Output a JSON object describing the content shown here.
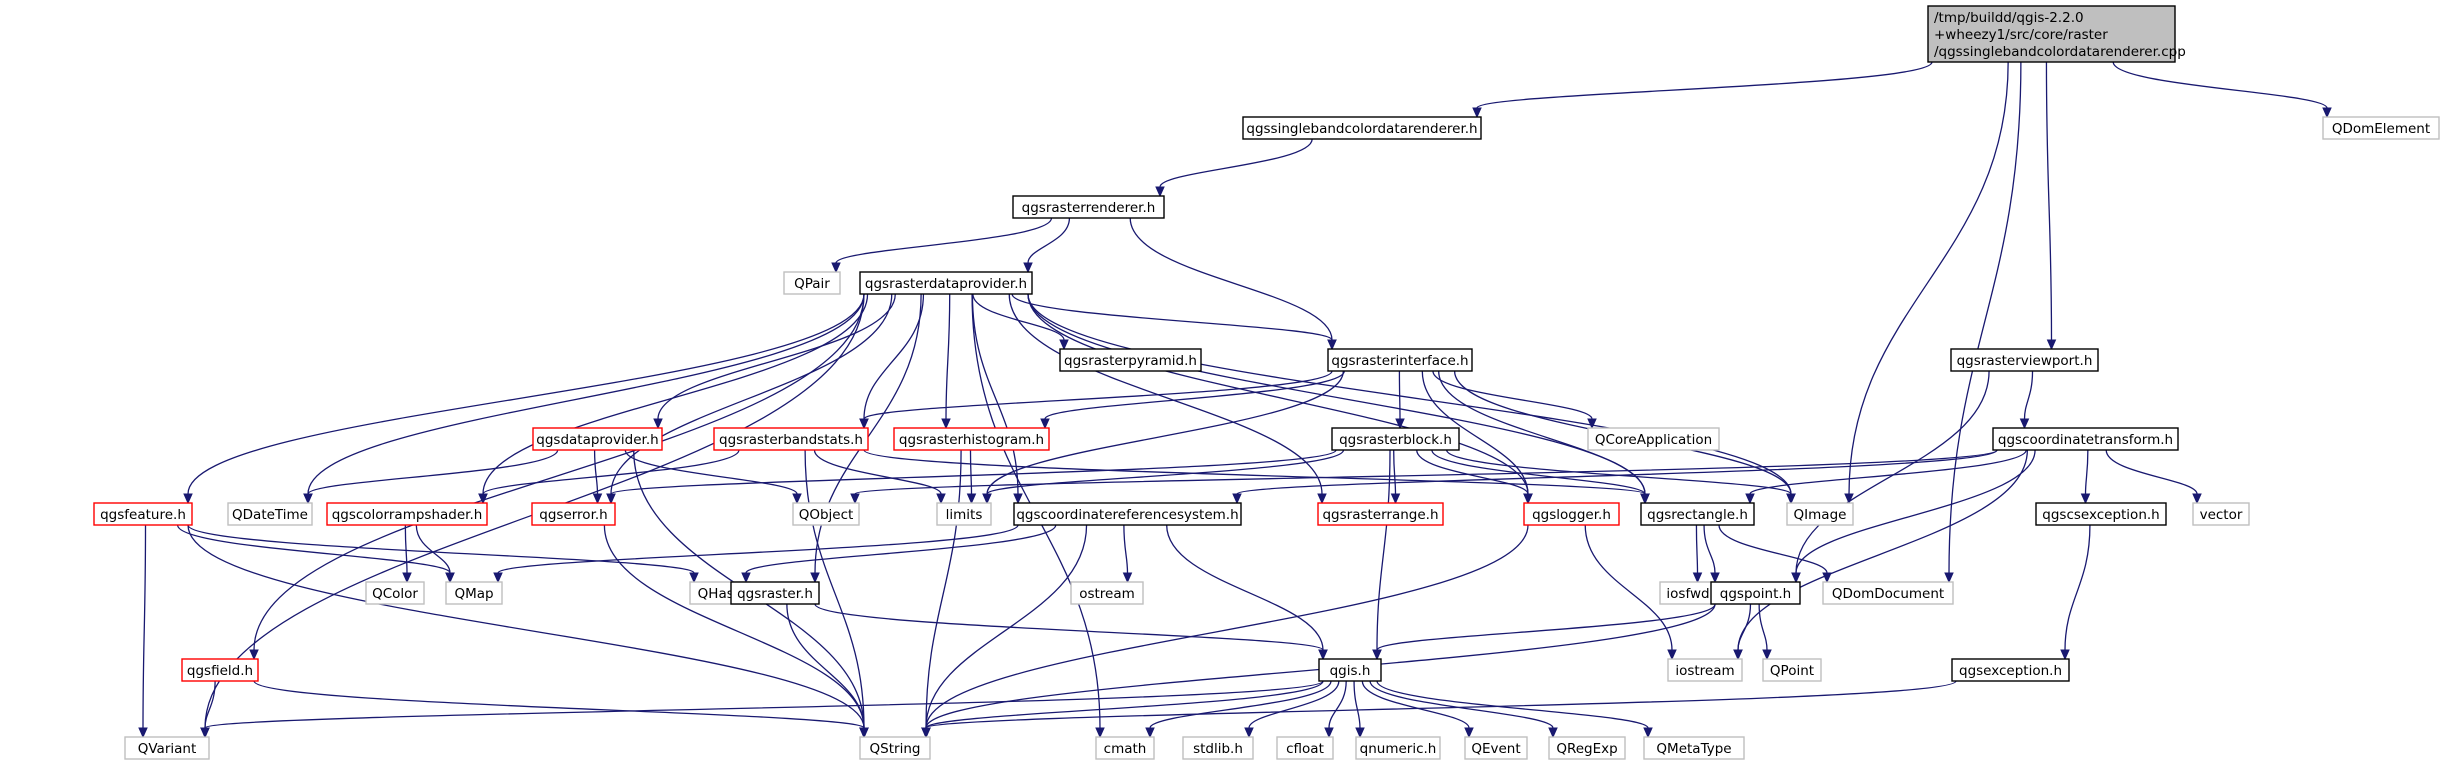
{
  "colors": {
    "edge": "#191970",
    "border_default": "#000000",
    "border_truncated": "#ff0000",
    "border_external": "#bfbfbf",
    "fill_default": "#ffffff",
    "fill_root": "#bfbfbf"
  },
  "nodes": [
    {
      "id": "root",
      "lines": [
        "/tmp/buildd/qgis-2.2.0",
        "+wheezy1/src/core/raster",
        "/qgssinglebandcolordatarenderer.cpp"
      ],
      "kind": "root"
    },
    {
      "id": "qgssinglebandcolordatarenderer_h",
      "lines": [
        "qgssinglebandcolordatarenderer.h"
      ],
      "kind": "default"
    },
    {
      "id": "QDomElement",
      "lines": [
        "QDomElement"
      ],
      "kind": "external"
    },
    {
      "id": "qgsrasterrenderer_h",
      "lines": [
        "qgsrasterrenderer.h"
      ],
      "kind": "default"
    },
    {
      "id": "QPair",
      "lines": [
        "QPair"
      ],
      "kind": "external"
    },
    {
      "id": "qgsrasterdataprovider_h",
      "lines": [
        "qgsrasterdataprovider.h"
      ],
      "kind": "default"
    },
    {
      "id": "qgsrasterpyramid_h",
      "lines": [
        "qgsrasterpyramid.h"
      ],
      "kind": "default"
    },
    {
      "id": "qgsrasterinterface_h",
      "lines": [
        "qgsrasterinterface.h"
      ],
      "kind": "default"
    },
    {
      "id": "qgsrasterviewport_h",
      "lines": [
        "qgsrasterviewport.h"
      ],
      "kind": "default"
    },
    {
      "id": "qgsdataprovider_h",
      "lines": [
        "qgsdataprovider.h"
      ],
      "kind": "truncated"
    },
    {
      "id": "qgsrasterbandstats_h",
      "lines": [
        "qgsrasterbandstats.h"
      ],
      "kind": "truncated"
    },
    {
      "id": "qgsrasterhistogram_h",
      "lines": [
        "qgsrasterhistogram.h"
      ],
      "kind": "truncated"
    },
    {
      "id": "qgsrasterblock_h",
      "lines": [
        "qgsrasterblock.h"
      ],
      "kind": "default"
    },
    {
      "id": "QCoreApplication",
      "lines": [
        "QCoreApplication"
      ],
      "kind": "external"
    },
    {
      "id": "qgscoordinatetransform_h",
      "lines": [
        "qgscoordinatetransform.h"
      ],
      "kind": "default"
    },
    {
      "id": "qgsfeature_h",
      "lines": [
        "qgsfeature.h"
      ],
      "kind": "truncated"
    },
    {
      "id": "QDateTime",
      "lines": [
        "QDateTime"
      ],
      "kind": "external"
    },
    {
      "id": "qgscolorrampshader_h",
      "lines": [
        "qgscolorrampshader.h"
      ],
      "kind": "truncated"
    },
    {
      "id": "qgserror_h",
      "lines": [
        "qgserror.h"
      ],
      "kind": "truncated"
    },
    {
      "id": "QObject",
      "lines": [
        "QObject"
      ],
      "kind": "external"
    },
    {
      "id": "limits",
      "lines": [
        "limits"
      ],
      "kind": "external"
    },
    {
      "id": "qgscoordinatereferencesystem_h",
      "lines": [
        "qgscoordinatereferencesystem.h"
      ],
      "kind": "default"
    },
    {
      "id": "qgsrasterrange_h",
      "lines": [
        "qgsrasterrange.h"
      ],
      "kind": "truncated"
    },
    {
      "id": "qgslogger_h",
      "lines": [
        "qgslogger.h"
      ],
      "kind": "truncated"
    },
    {
      "id": "qgsrectangle_h",
      "lines": [
        "qgsrectangle.h"
      ],
      "kind": "default"
    },
    {
      "id": "QImage",
      "lines": [
        "QImage"
      ],
      "kind": "external"
    },
    {
      "id": "qgscsexception_h",
      "lines": [
        "qgscsexception.h"
      ],
      "kind": "default"
    },
    {
      "id": "vector",
      "lines": [
        "vector"
      ],
      "kind": "external"
    },
    {
      "id": "QColor",
      "lines": [
        "QColor"
      ],
      "kind": "external"
    },
    {
      "id": "QMap",
      "lines": [
        "QMap"
      ],
      "kind": "external"
    },
    {
      "id": "QHash",
      "lines": [
        "QHash"
      ],
      "kind": "external"
    },
    {
      "id": "qgsraster_h",
      "lines": [
        "qgsraster.h"
      ],
      "kind": "default"
    },
    {
      "id": "ostream",
      "lines": [
        "ostream"
      ],
      "kind": "external"
    },
    {
      "id": "iosfwd",
      "lines": [
        "iosfwd"
      ],
      "kind": "external"
    },
    {
      "id": "qgspoint_h",
      "lines": [
        "qgspoint.h"
      ],
      "kind": "default"
    },
    {
      "id": "QDomDocument",
      "lines": [
        "QDomDocument"
      ],
      "kind": "external"
    },
    {
      "id": "qgsfield_h",
      "lines": [
        "qgsfield.h"
      ],
      "kind": "truncated"
    },
    {
      "id": "qgis_h",
      "lines": [
        "qgis.h"
      ],
      "kind": "default"
    },
    {
      "id": "iostream",
      "lines": [
        "iostream"
      ],
      "kind": "external"
    },
    {
      "id": "QPoint",
      "lines": [
        "QPoint"
      ],
      "kind": "external"
    },
    {
      "id": "qgsexception_h",
      "lines": [
        "qgsexception.h"
      ],
      "kind": "default"
    },
    {
      "id": "QVariant",
      "lines": [
        "QVariant"
      ],
      "kind": "external"
    },
    {
      "id": "QString",
      "lines": [
        "QString"
      ],
      "kind": "external"
    },
    {
      "id": "cmath",
      "lines": [
        "cmath"
      ],
      "kind": "external"
    },
    {
      "id": "stdlib_h",
      "lines": [
        "stdlib.h"
      ],
      "kind": "external"
    },
    {
      "id": "cfloat",
      "lines": [
        "cfloat"
      ],
      "kind": "external"
    },
    {
      "id": "qnumeric_h",
      "lines": [
        "qnumeric.h"
      ],
      "kind": "external"
    },
    {
      "id": "QEvent",
      "lines": [
        "QEvent"
      ],
      "kind": "external"
    },
    {
      "id": "QRegExp",
      "lines": [
        "QRegExp"
      ],
      "kind": "external"
    },
    {
      "id": "QMetaType",
      "lines": [
        "QMetaType"
      ],
      "kind": "external"
    }
  ],
  "edges": [
    [
      "root",
      "qgssinglebandcolordatarenderer_h"
    ],
    [
      "root",
      "QImage"
    ],
    [
      "root",
      "qgsrasterviewport_h"
    ],
    [
      "root",
      "QDomDocument"
    ],
    [
      "root",
      "QDomElement"
    ],
    [
      "qgssinglebandcolordatarenderer_h",
      "qgsrasterrenderer_h"
    ],
    [
      "qgsrasterrenderer_h",
      "QPair"
    ],
    [
      "qgsrasterrenderer_h",
      "qgsrasterdataprovider_h"
    ],
    [
      "qgsrasterrenderer_h",
      "qgsrasterinterface_h"
    ],
    [
      "qgsrasterdataprovider_h",
      "qgsrasterpyramid_h"
    ],
    [
      "qgsrasterdataprovider_h",
      "qgsrasterinterface_h"
    ],
    [
      "qgsrasterdataprovider_h",
      "QImage"
    ],
    [
      "qgsrasterdataprovider_h",
      "qgsrectangle_h"
    ],
    [
      "qgsrasterdataprovider_h",
      "qgsdataprovider_h"
    ],
    [
      "qgsrasterdataprovider_h",
      "qgsrasterbandstats_h"
    ],
    [
      "qgsrasterdataprovider_h",
      "qgsrasterhistogram_h"
    ],
    [
      "qgsrasterdataprovider_h",
      "qgsfeature_h"
    ],
    [
      "qgsrasterdataprovider_h",
      "QDateTime"
    ],
    [
      "qgsrasterdataprovider_h",
      "qgscolorrampshader_h"
    ],
    [
      "qgsrasterdataprovider_h",
      "qgserror_h"
    ],
    [
      "qgsrasterdataprovider_h",
      "qgscoordinatereferencesystem_h"
    ],
    [
      "qgsrasterdataprovider_h",
      "qgsrasterrange_h"
    ],
    [
      "qgsrasterdataprovider_h",
      "qgslogger_h"
    ],
    [
      "qgsrasterdataprovider_h",
      "qgsraster_h"
    ],
    [
      "qgsrasterdataprovider_h",
      "qgsfield_h"
    ],
    [
      "qgsrasterdataprovider_h",
      "QVariant"
    ],
    [
      "qgsrasterdataprovider_h",
      "cmath"
    ],
    [
      "qgsrasterinterface_h",
      "QCoreApplication"
    ],
    [
      "qgsrasterinterface_h",
      "qgsrasterbandstats_h"
    ],
    [
      "qgsrasterinterface_h",
      "qgsrasterhistogram_h"
    ],
    [
      "qgsrasterinterface_h",
      "qgsrasterblock_h"
    ],
    [
      "qgsrasterinterface_h",
      "qgsrectangle_h"
    ],
    [
      "qgsrasterinterface_h",
      "QImage"
    ],
    [
      "qgsrasterinterface_h",
      "limits"
    ],
    [
      "qgsrasterinterface_h",
      "qgslogger_h"
    ],
    [
      "qgsrasterviewport_h",
      "qgscoordinatetransform_h"
    ],
    [
      "qgsrasterviewport_h",
      "qgspoint_h"
    ],
    [
      "qgsdataprovider_h",
      "QDateTime"
    ],
    [
      "qgsdataprovider_h",
      "QObject"
    ],
    [
      "qgsdataprovider_h",
      "qgserror_h"
    ],
    [
      "qgsdataprovider_h",
      "QString"
    ],
    [
      "qgsrasterbandstats_h",
      "limits"
    ],
    [
      "qgsrasterbandstats_h",
      "qgscolorrampshader_h"
    ],
    [
      "qgsrasterbandstats_h",
      "qgsrectangle_h"
    ],
    [
      "qgsrasterbandstats_h",
      "QString"
    ],
    [
      "qgsrasterhistogram_h",
      "limits"
    ],
    [
      "qgsrasterhistogram_h",
      "QString"
    ],
    [
      "qgsrasterblock_h",
      "limits"
    ],
    [
      "qgsrasterblock_h",
      "QImage"
    ],
    [
      "qgsrasterblock_h",
      "qgserror_h"
    ],
    [
      "qgsrasterblock_h",
      "qgslogger_h"
    ],
    [
      "qgsrasterblock_h",
      "qgsrasterrange_h"
    ],
    [
      "qgsrasterblock_h",
      "qgsrectangle_h"
    ],
    [
      "qgsrasterblock_h",
      "qgis_h"
    ],
    [
      "qgscoordinatetransform_h",
      "QObject"
    ],
    [
      "qgscoordinatetransform_h",
      "vector"
    ],
    [
      "qgscoordinatetransform_h",
      "qgsrectangle_h"
    ],
    [
      "qgscoordinatetransform_h",
      "qgscsexception_h"
    ],
    [
      "qgscoordinatetransform_h",
      "qgscoordinatereferencesystem_h"
    ],
    [
      "qgscoordinatetransform_h",
      "qgspoint_h"
    ],
    [
      "qgscoordinatetransform_h",
      "iostream"
    ],
    [
      "qgsfeature_h",
      "QMap"
    ],
    [
      "qgsfeature_h",
      "QHash"
    ],
    [
      "qgsfeature_h",
      "QVariant"
    ],
    [
      "qgsfeature_h",
      "QString"
    ],
    [
      "qgscolorrampshader_h",
      "QColor"
    ],
    [
      "qgscolorrampshader_h",
      "QMap"
    ],
    [
      "qgserror_h",
      "QString"
    ],
    [
      "qgscoordinatereferencesystem_h",
      "ostream"
    ],
    [
      "qgscoordinatereferencesystem_h",
      "QMap"
    ],
    [
      "qgscoordinatereferencesystem_h",
      "QHash"
    ],
    [
      "qgscoordinatereferencesystem_h",
      "qgis_h"
    ],
    [
      "qgscoordinatereferencesystem_h",
      "QString"
    ],
    [
      "qgslogger_h",
      "iostream"
    ],
    [
      "qgslogger_h",
      "QString"
    ],
    [
      "qgsrectangle_h",
      "iosfwd"
    ],
    [
      "qgsrectangle_h",
      "QDomDocument"
    ],
    [
      "qgsrectangle_h",
      "qgspoint_h"
    ],
    [
      "qgscsexception_h",
      "qgsexception_h"
    ],
    [
      "qgsraster_h",
      "qgis_h"
    ],
    [
      "qgsraster_h",
      "QString"
    ],
    [
      "qgspoint_h",
      "iostream"
    ],
    [
      "qgspoint_h",
      "QPoint"
    ],
    [
      "qgspoint_h",
      "QString"
    ],
    [
      "qgspoint_h",
      "qgis_h"
    ],
    [
      "qgsfield_h",
      "QVariant"
    ],
    [
      "qgsfield_h",
      "QString"
    ],
    [
      "qgis_h",
      "QVariant"
    ],
    [
      "qgis_h",
      "QString"
    ],
    [
      "qgis_h",
      "cmath"
    ],
    [
      "qgis_h",
      "stdlib_h"
    ],
    [
      "qgis_h",
      "cfloat"
    ],
    [
      "qgis_h",
      "qnumeric_h"
    ],
    [
      "qgis_h",
      "QEvent"
    ],
    [
      "qgis_h",
      "QRegExp"
    ],
    [
      "qgis_h",
      "QMetaType"
    ],
    [
      "qgsexception_h",
      "QString"
    ]
  ]
}
